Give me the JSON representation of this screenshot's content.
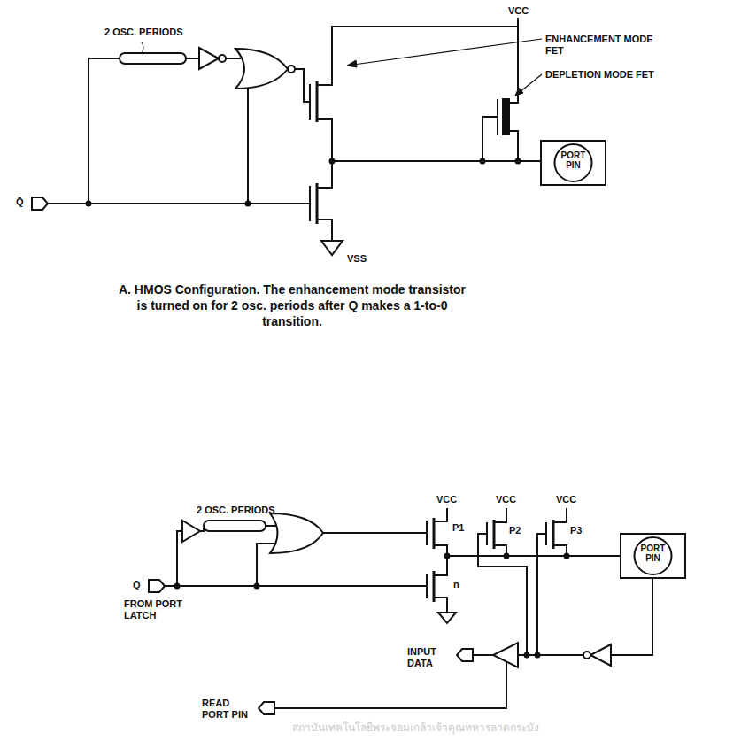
{
  "diagram": {
    "caption": "A. HMOS Configuration. The enhancement mode transistor is turned on for 2 osc. periods after Q makes a 1-to-0 transition.",
    "nodes": [
      {
        "text": [
          "PORT PIN"
        ]
      },
      {
        "text": [
          "PORT PIN"
        ]
      }
    ],
    "labels": [
      "2 OSC. PERIODS",
      "VCC",
      "ENHANCEMENT MODE FET",
      "DEPLETION MODE FET",
      "Q̄",
      "VSS",
      "2 OSC. PERIODS",
      "VCC",
      "VCC",
      "VCC",
      "P1",
      "P2",
      "P3",
      "n",
      "Q̄",
      "FROM PORT LATCH",
      "INPUT DATA",
      "READ PORT PIN",
      "สถาบันเทคโนโลยีพระจอมเกล้าเจ้าคุณทหารลาดกระบัง"
    ]
  }
}
